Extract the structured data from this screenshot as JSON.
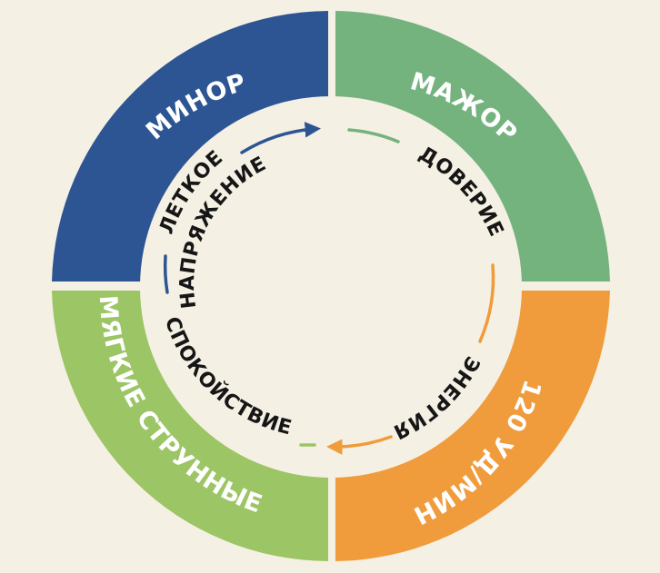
{
  "quadrants": [
    {
      "id": "minor",
      "label": "МИНОР",
      "color": "#2d5593"
    },
    {
      "id": "major",
      "label": "МАЖОР",
      "color": "#74b27e"
    },
    {
      "id": "tempo",
      "label": "120 УД/МИН",
      "color": "#f09b3c"
    },
    {
      "id": "strings",
      "label": "МЯГКИЕ СТРУННЫЕ",
      "color": "#9cc565"
    }
  ],
  "inner": {
    "light": "ЛЕТКОЕ",
    "tension": "НАПРЯЖЕНИЕ",
    "trust": "ДОВЕРИЕ",
    "energy": "ЭНЕРГИЯ",
    "calm": "СПОКОЙСТВИЕ"
  },
  "colors": {
    "background": "#f5f0e4",
    "arrow_blue": "#2d5593",
    "arrow_green": "#74b27e",
    "arrow_orange": "#f09b3c",
    "arrow_lightgreen": "#9cc565"
  }
}
